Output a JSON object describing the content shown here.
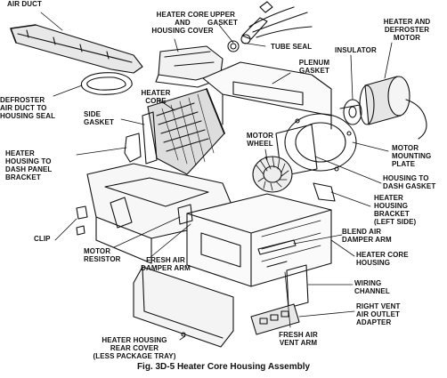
{
  "labels": {
    "air_duct": "AIR DUCT",
    "heater_core_cover": "HEATER CORE\nAND\nHOUSING COVER",
    "upper_gasket": "UPPER\nGASKET",
    "tube_seal": "TUBE SEAL",
    "heater_defroster_motor": "HEATER AND\nDEFROSTER\nMOTOR",
    "insulator": "INSULATOR",
    "plenum_gasket": "PLENUM\nGASKET",
    "defroster_duct_seal": "DEFROSTER\nAIR DUCT TO\nHOUSING SEAL",
    "heater_core": "HEATER\nCORE",
    "side_gasket": "SIDE\nGASKET",
    "motor_mounting_plate": "MOTOR\nMOUNTING\nPLATE",
    "heater_housing_bracket": "HEATER\nHOUSING TO\nDASH PANEL\nBRACKET",
    "motor_wheel": "MOTOR\nWHEEL",
    "housing_dash_gasket": "HOUSING TO\nDASH GASKET",
    "housing_bracket_left": "HEATER\nHOUSING\nBRACKET\n(LEFT SIDE)",
    "clip": "CLIP",
    "blend_air_damper": "BLEND AIR\nDAMPER ARM",
    "motor_resistor": "MOTOR\nRESISTOR",
    "heater_core_housing": "HEATER CORE\nHOUSING",
    "fresh_air_damper": "FRESH AIR\nDAMPER ARM",
    "wiring_channel": "WIRING\nCHANNEL",
    "right_vent_adapter": "RIGHT VENT\nAIR OUTLET\nADAPTER",
    "rear_cover": "HEATER HOUSING\nREAR COVER\n(LESS PACKAGE TRAY)",
    "fresh_air_vent_arm": "FRESH AIR\nVENT ARM"
  },
  "caption": "Fig. 3D-5    Heater Core Housing Assembly"
}
